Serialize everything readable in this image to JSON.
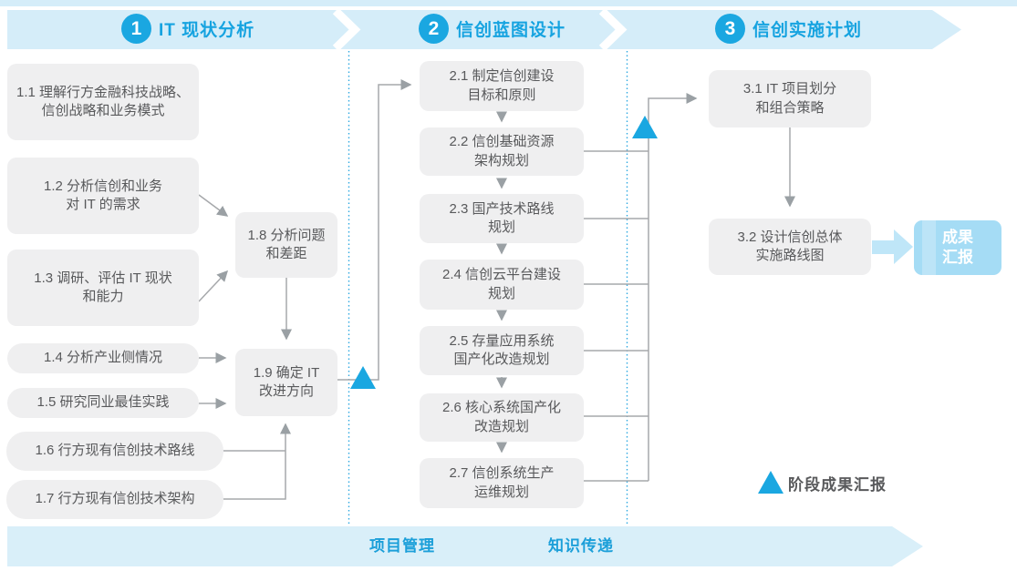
{
  "phases": [
    {
      "number": "1",
      "title": "IT 现状分析"
    },
    {
      "number": "2",
      "title": "信创蓝图设计"
    },
    {
      "number": "3",
      "title": "信创实施计划"
    }
  ],
  "phase1_steps": {
    "s11": "1.1 理解行方金融科技战略、\n信创战略和业务模式",
    "s12": "1.2 分析信创和业务\n对 IT 的需求",
    "s13": "1.3 调研、评估 IT 现状\n和能力",
    "s14": "1.4 分析产业侧情况",
    "s15": "1.5 研究同业最佳实践",
    "s16": "1.6 行方现有信创技术路线",
    "s17": "1.7 行方现有信创技术架构",
    "s18": "1.8 分析问题\n和差距",
    "s19": "1.9 确定 IT\n改进方向"
  },
  "phase2_steps": {
    "s21": "2.1 制定信创建设\n目标和原则",
    "s22": "2.2 信创基础资源\n架构规划",
    "s23": "2.3 国产技术路线\n规划",
    "s24": "2.4 信创云平台建设\n规划",
    "s25": "2.5 存量应用系统\n国产化改造规划",
    "s26": "2.6 核心系统国产化\n改造规划",
    "s27": "2.7 信创系统生产\n运维规划"
  },
  "phase3_steps": {
    "s31": "3.1 IT 项目划分\n和组合策略",
    "s32": "3.2 设计信创总体\n实施路线图"
  },
  "output_box": "成果\n汇报",
  "legend": "阶段成果汇报",
  "footer": {
    "left": "项目管理",
    "right": "知识传递"
  },
  "colors": {
    "accent_blue": "#1aa7e1",
    "banner_bg": "#d5edf9",
    "box_bg": "#efeff0",
    "box_text": "#58595b",
    "connector_gray": "#a6a8ab",
    "output_bg": "#a5dcf5"
  }
}
